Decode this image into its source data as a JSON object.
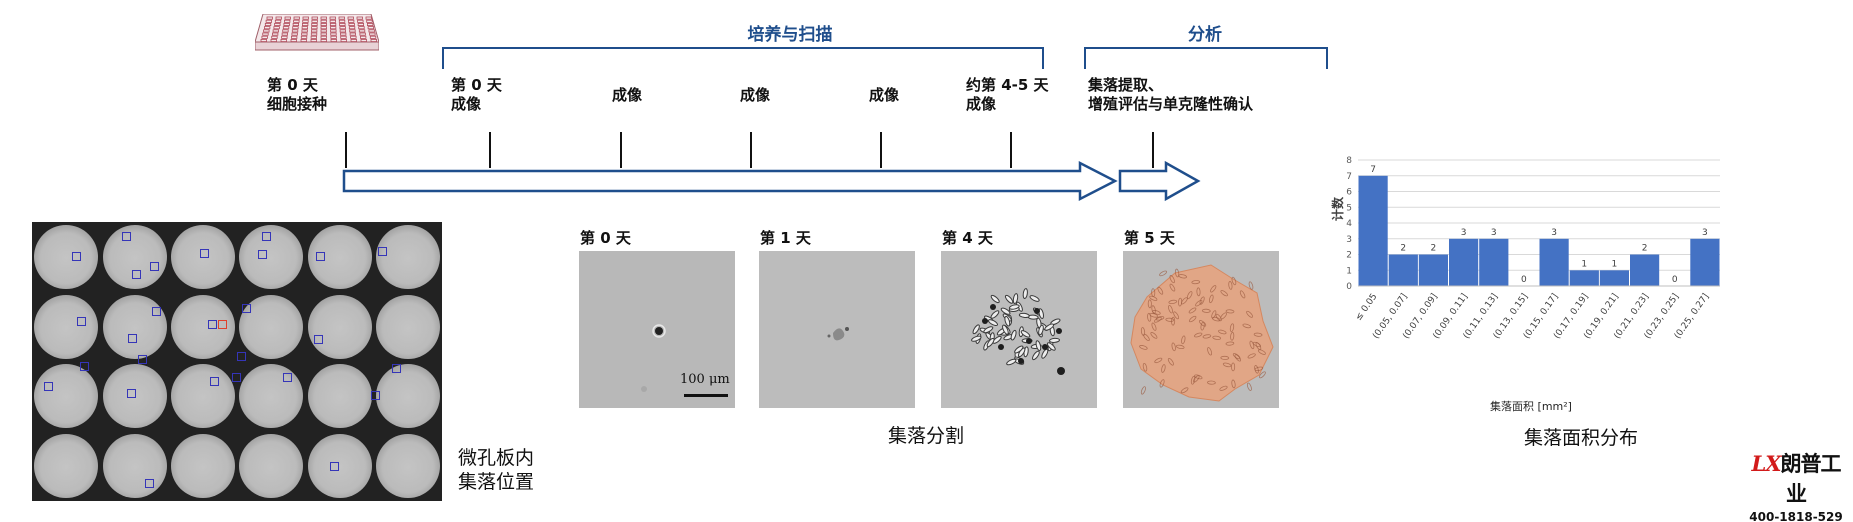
{
  "timeline": {
    "phase_culture": "培养与扫描",
    "phase_analysis": "分析",
    "labels": [
      "第 0 天\n细胞接种",
      "第 0 天\n成像",
      "成像",
      "成像",
      "成像",
      "约第 4-5 天\n成像",
      "集落提取、\n增殖评估与单克隆性确认"
    ]
  },
  "plate": {
    "caption": "微孔板内\n集落位置"
  },
  "segmentation": {
    "days": [
      "第 0 天",
      "第 1 天",
      "第 4 天",
      "第 5 天"
    ],
    "scale_bar": "100 μm",
    "caption": "集落分割"
  },
  "chart_data": {
    "type": "bar",
    "categories": [
      "≤ 0.05",
      "(0.05, 0.07]",
      "(0.07, 0.09]",
      "(0.09, 0.11]",
      "(0.11, 0.13]",
      "(0.13, 0.15]",
      "(0.15, 0.17]",
      "(0.17, 0.19]",
      "(0.19, 0.21]",
      "(0.21, 0.23]",
      "(0.23, 0.25]",
      "(0.25, 0.27]"
    ],
    "values": [
      7,
      2,
      2,
      3,
      3,
      0,
      3,
      1,
      1,
      2,
      0,
      3
    ],
    "ylabel": "计数",
    "xlabel": "集落面积 [mm²]",
    "ylim": [
      0,
      8
    ],
    "yticks": [
      0,
      1,
      2,
      3,
      4,
      5,
      6,
      7,
      8
    ],
    "grid": true,
    "bar_color": "#4472c4",
    "caption": "集落面积分布"
  },
  "brand": {
    "name_prefix": "LX",
    "name": "朗普工业",
    "phone": "400-1818-529"
  },
  "colors": {
    "timeline_blue": "#1f4e8c",
    "roi_blue": "#3535b8",
    "roi_red": "#e0402a",
    "colony_overlay": "#e8a27c"
  },
  "icons": [
    "microplate-icon",
    "timeline-arrow-icon"
  ]
}
